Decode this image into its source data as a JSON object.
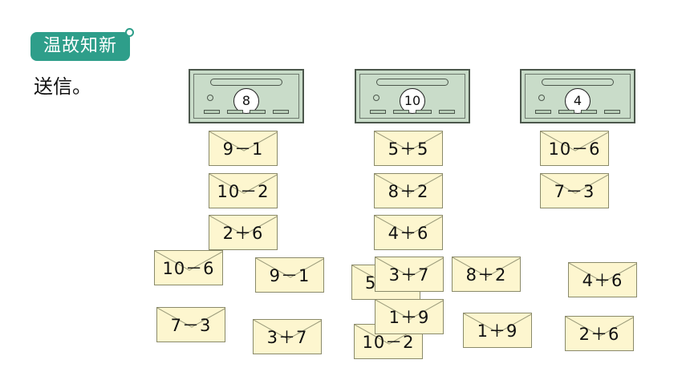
{
  "header": {
    "badge_label": "温故知新",
    "instruction": "送信。"
  },
  "mailboxes": [
    {
      "number": "8"
    },
    {
      "number": "10"
    },
    {
      "number": "4"
    }
  ],
  "envelopes": [
    {
      "expr": "9－1"
    },
    {
      "expr": "10－2"
    },
    {
      "expr": "2＋6"
    },
    {
      "expr": "10－6"
    },
    {
      "expr": "9－1"
    },
    {
      "expr": "7－3"
    },
    {
      "expr": "3＋7"
    },
    {
      "expr": "5＋5"
    },
    {
      "expr": "8＋2"
    },
    {
      "expr": "4＋6"
    },
    {
      "expr": "5"
    },
    {
      "expr": "10－2"
    },
    {
      "expr": "3＋7"
    },
    {
      "expr": "1＋9"
    },
    {
      "expr": "8＋2"
    },
    {
      "expr": "1＋9"
    },
    {
      "expr": "10－6"
    },
    {
      "expr": "7－3"
    },
    {
      "expr": "4＋6"
    },
    {
      "expr": "2＋6"
    }
  ],
  "colors": {
    "badge": "#2e9e8a",
    "envelope": "#fdf6cf",
    "mailbox": "#c9dcc9"
  }
}
